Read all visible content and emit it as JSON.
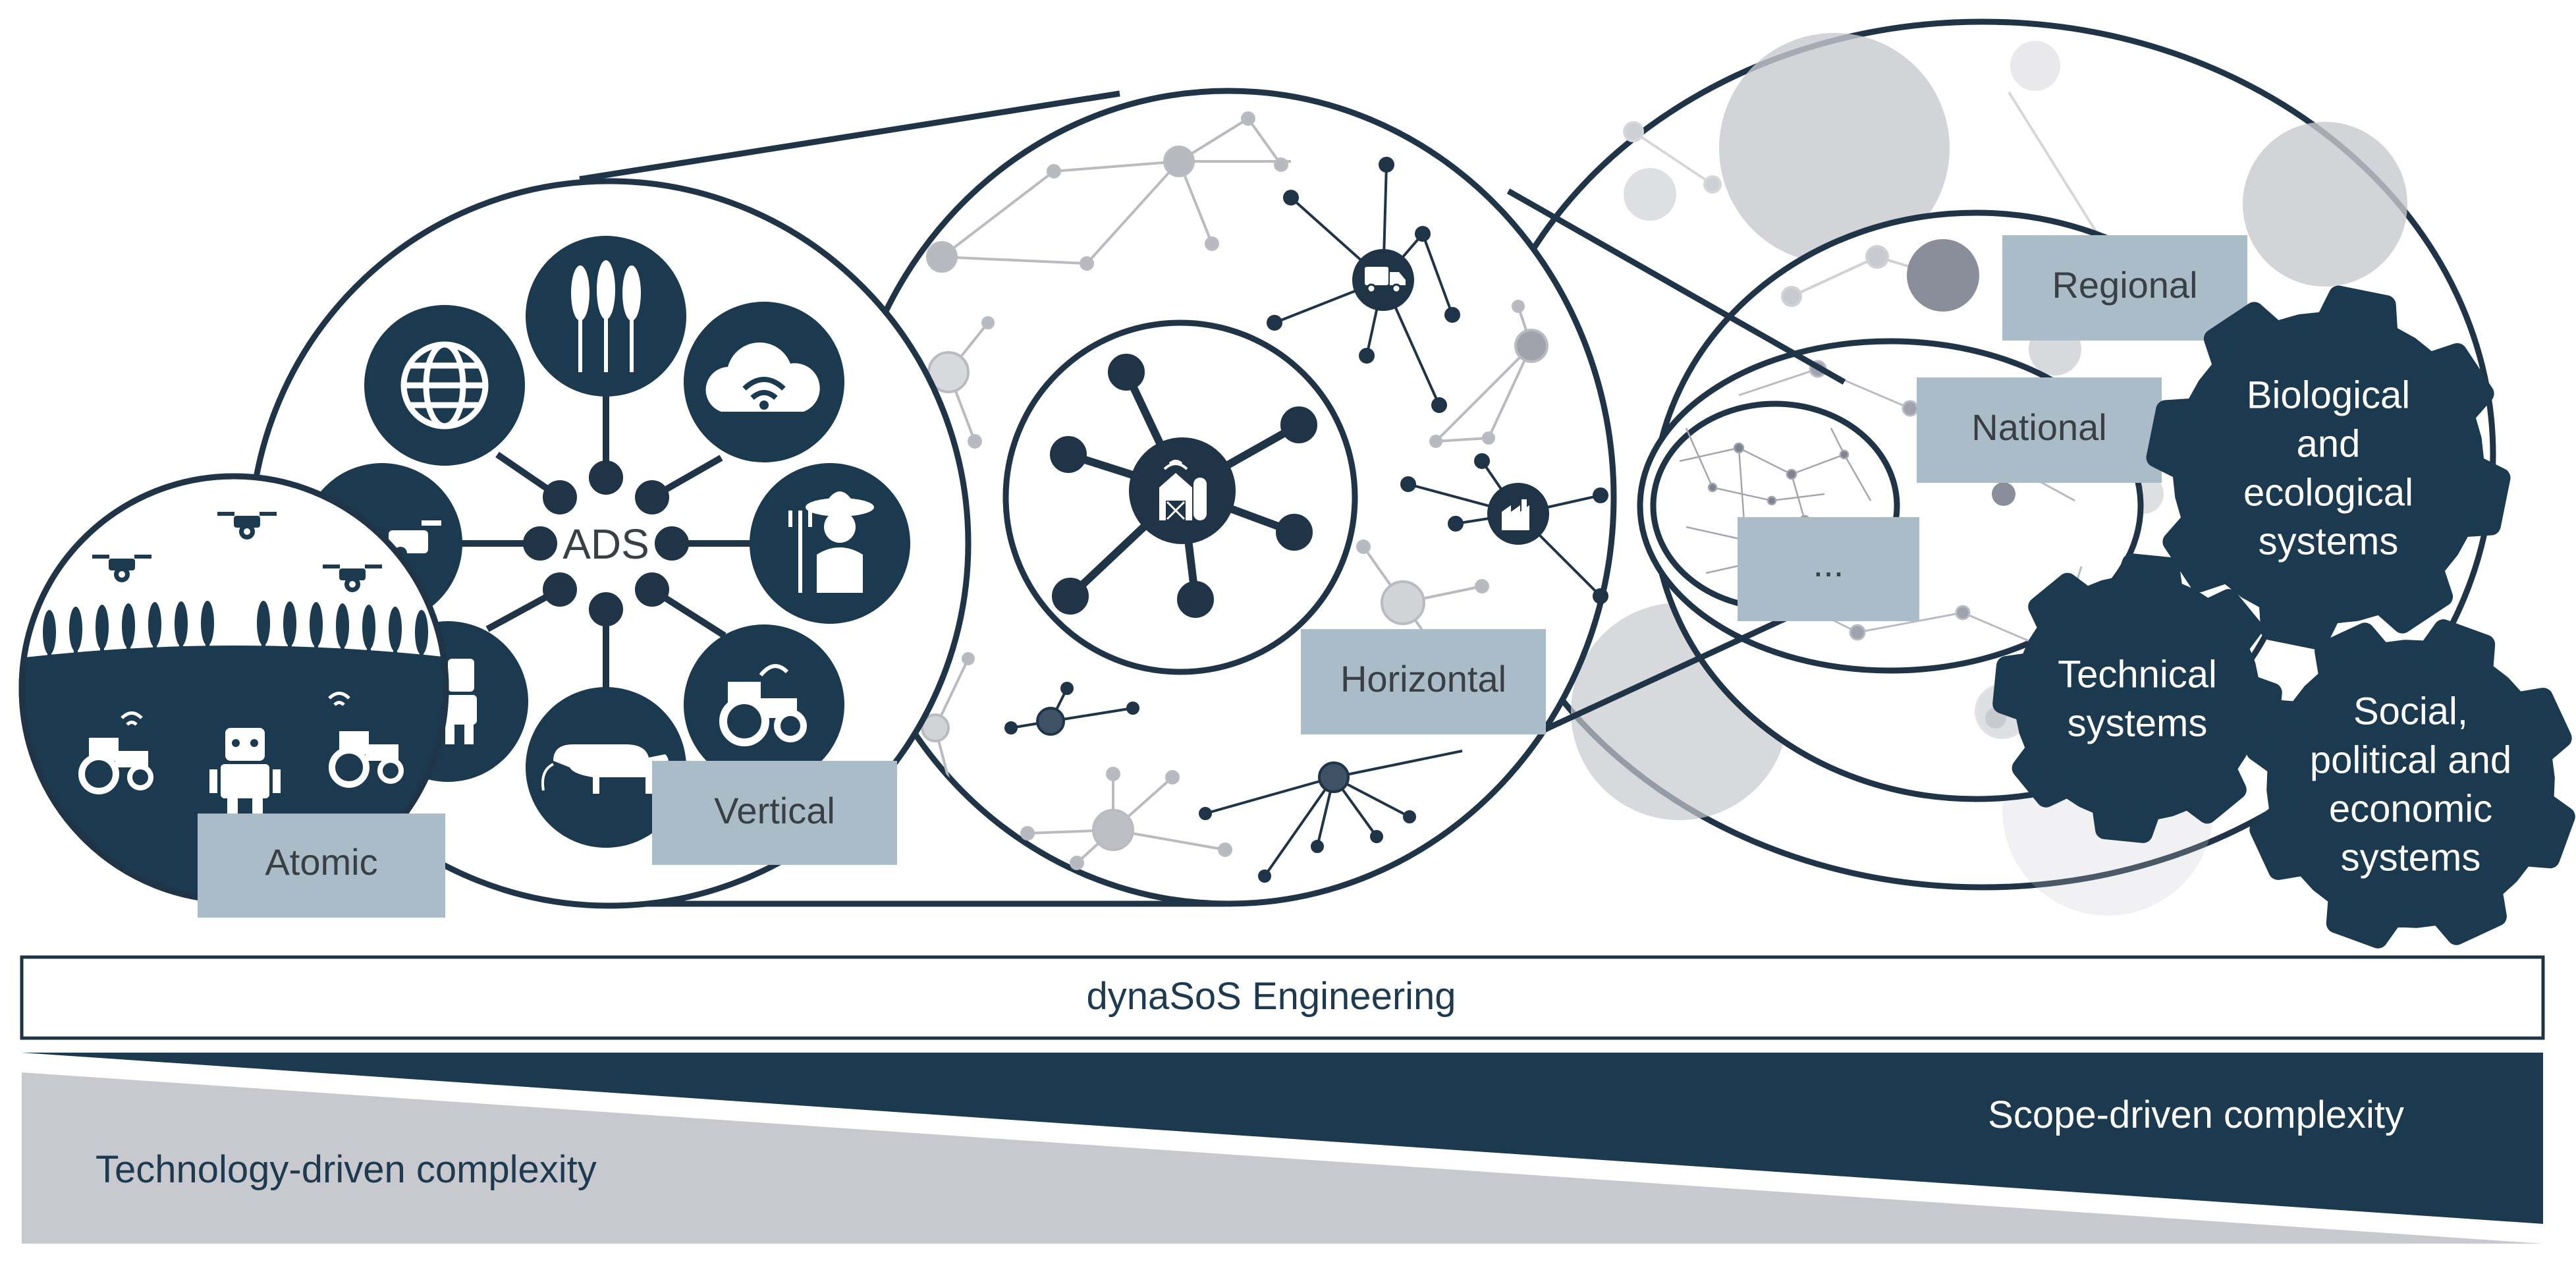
{
  "colors": {
    "navy": "#1b3a50",
    "label_box": "#a9bcc8",
    "grey_band": "#c8c9ce",
    "light_grey": "#d3d4d8",
    "outline": "#1f3446"
  },
  "hub_label": "ADS",
  "levels": {
    "atomic": "Atomic",
    "vertical": "Vertical",
    "horizontal": "Horizontal",
    "ellipsis": "...",
    "national": "National",
    "regional": "Regional"
  },
  "icons": {
    "atomic": [
      "drone-icon",
      "drone-icon",
      "drone-icon",
      "crops-icon",
      "tractor-icon",
      "robot-icon",
      "tractor-icon"
    ],
    "vertical": [
      "globe-icon",
      "wheat-icon",
      "cloud-wifi-icon",
      "farmer-icon",
      "tractor-icon",
      "cow-icon",
      "robot-icon",
      "drone-icon"
    ],
    "horizontal": [
      "farm-hub-icon",
      "truck-icon",
      "factory-icon"
    ]
  },
  "gears": {
    "biological": [
      "Biological",
      "and",
      "ecological",
      "systems"
    ],
    "technical": [
      "Technical",
      "systems"
    ],
    "social": [
      "Social,",
      "political and",
      "economic",
      "systems"
    ]
  },
  "engineering_bar": "dynaSoS Engineering",
  "complexity": {
    "scope": "Scope-driven complexity",
    "technology": "Technology-driven complexity"
  }
}
